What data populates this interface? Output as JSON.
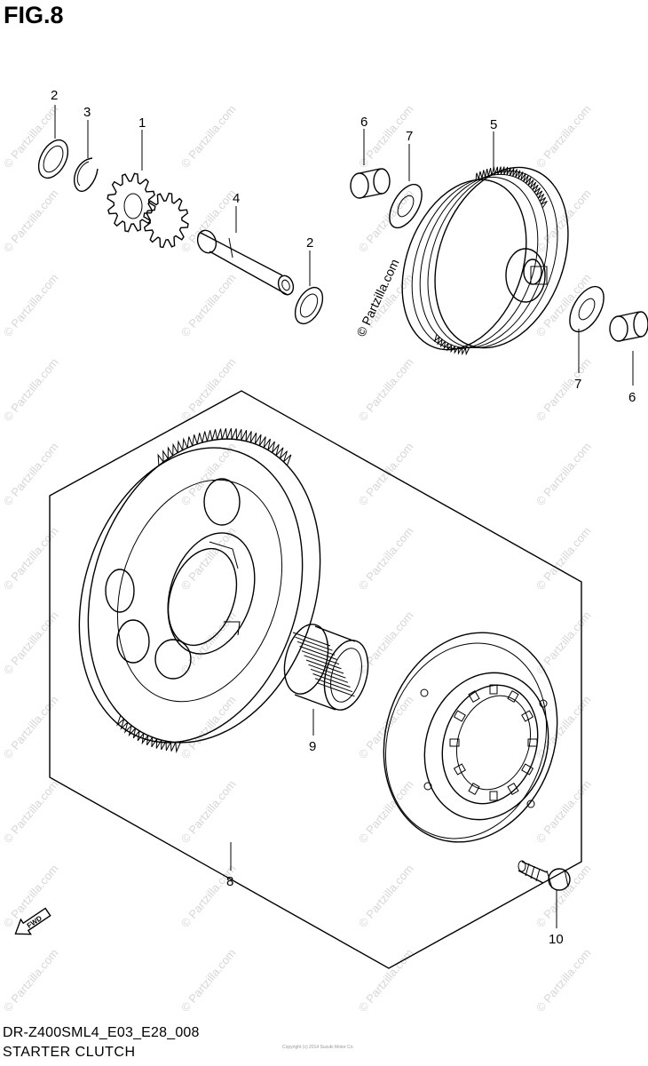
{
  "figure": {
    "title": "FIG.8",
    "model_code": "DR-Z400SML4_E03_E28_008",
    "section_name": "STARTER CLUTCH",
    "copyright_small": "Copyright (c) 2014 Suzuki Motor Co.",
    "watermark": "© Partzilla.com",
    "fwd_label": "FWD"
  },
  "callouts": [
    {
      "id": "c2a",
      "label": "2"
    },
    {
      "id": "c3",
      "label": "3"
    },
    {
      "id": "c1",
      "label": "1"
    },
    {
      "id": "c4",
      "label": "4"
    },
    {
      "id": "c2b",
      "label": "2"
    },
    {
      "id": "c6a",
      "label": "6"
    },
    {
      "id": "c7a",
      "label": "7"
    },
    {
      "id": "c5",
      "label": "5"
    },
    {
      "id": "c7b",
      "label": "7"
    },
    {
      "id": "c6b",
      "label": "6"
    },
    {
      "id": "c9",
      "label": "9"
    },
    {
      "id": "c8",
      "label": "8"
    },
    {
      "id": "c10",
      "label": "10"
    }
  ]
}
